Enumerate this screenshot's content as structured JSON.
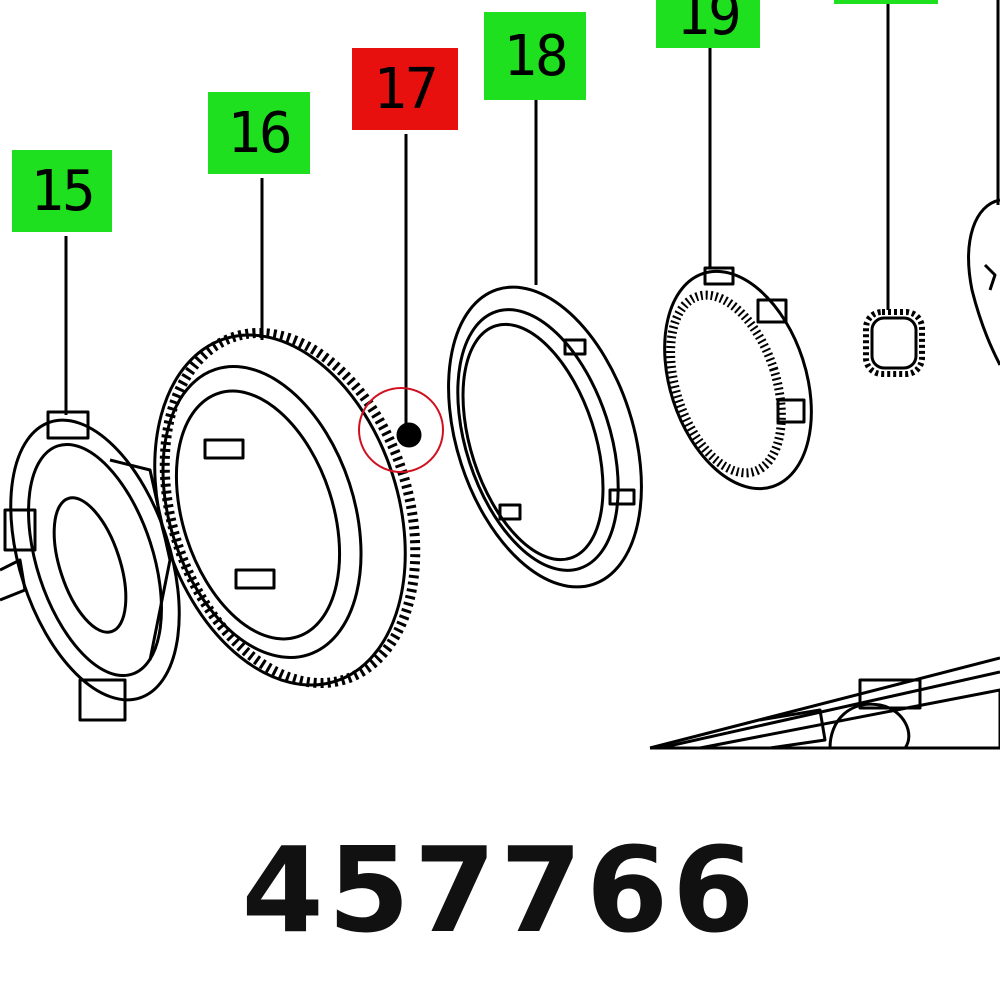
{
  "colors": {
    "normal_label": "#1ee01e",
    "highlight_label": "#e8100f",
    "line": "#000000",
    "highlight_circle": "#d01020"
  },
  "labels": [
    {
      "id": "15",
      "text": "15",
      "highlighted": false
    },
    {
      "id": "16",
      "text": "16",
      "highlighted": false
    },
    {
      "id": "17",
      "text": "17",
      "highlighted": true
    },
    {
      "id": "18",
      "text": "18",
      "highlighted": false
    },
    {
      "id": "19",
      "text": "19",
      "highlighted": false
    },
    {
      "id": "20",
      "text": "",
      "highlighted": false
    }
  ],
  "part_number": "457766"
}
